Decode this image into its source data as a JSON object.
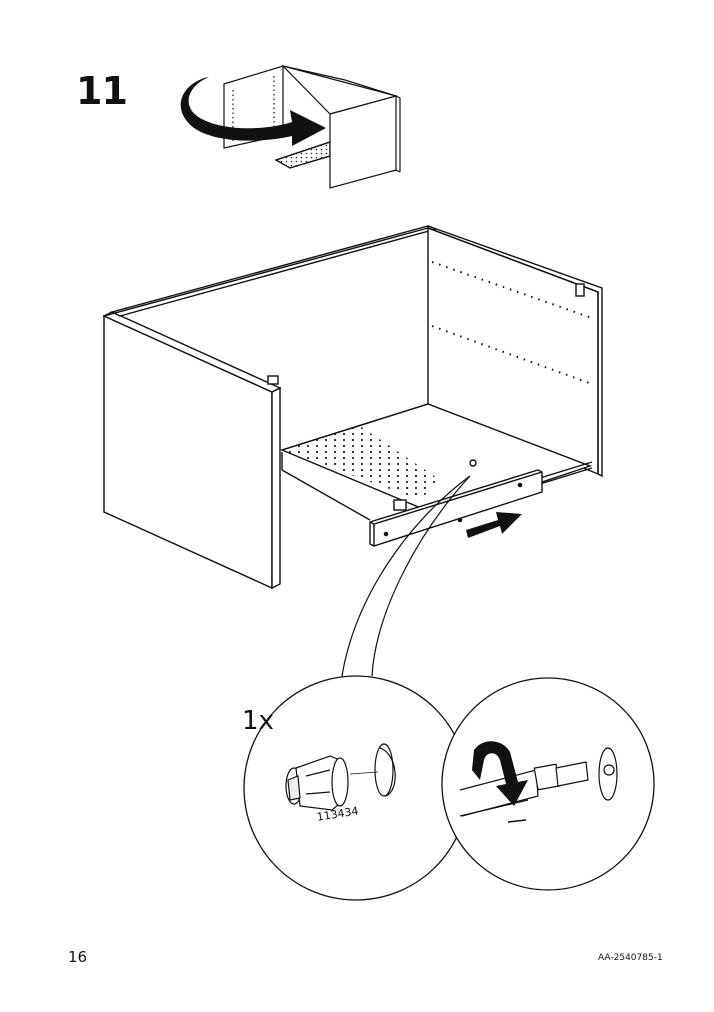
{
  "step": {
    "number": "11"
  },
  "detail": {
    "quantity": "1x",
    "part_number": "113434"
  },
  "footer": {
    "page_number": "16",
    "document_code": "AA-2540785-1"
  },
  "icons": [
    "rotate-arrow-icon",
    "push-arrow-icon",
    "turn-arrow-icon"
  ]
}
